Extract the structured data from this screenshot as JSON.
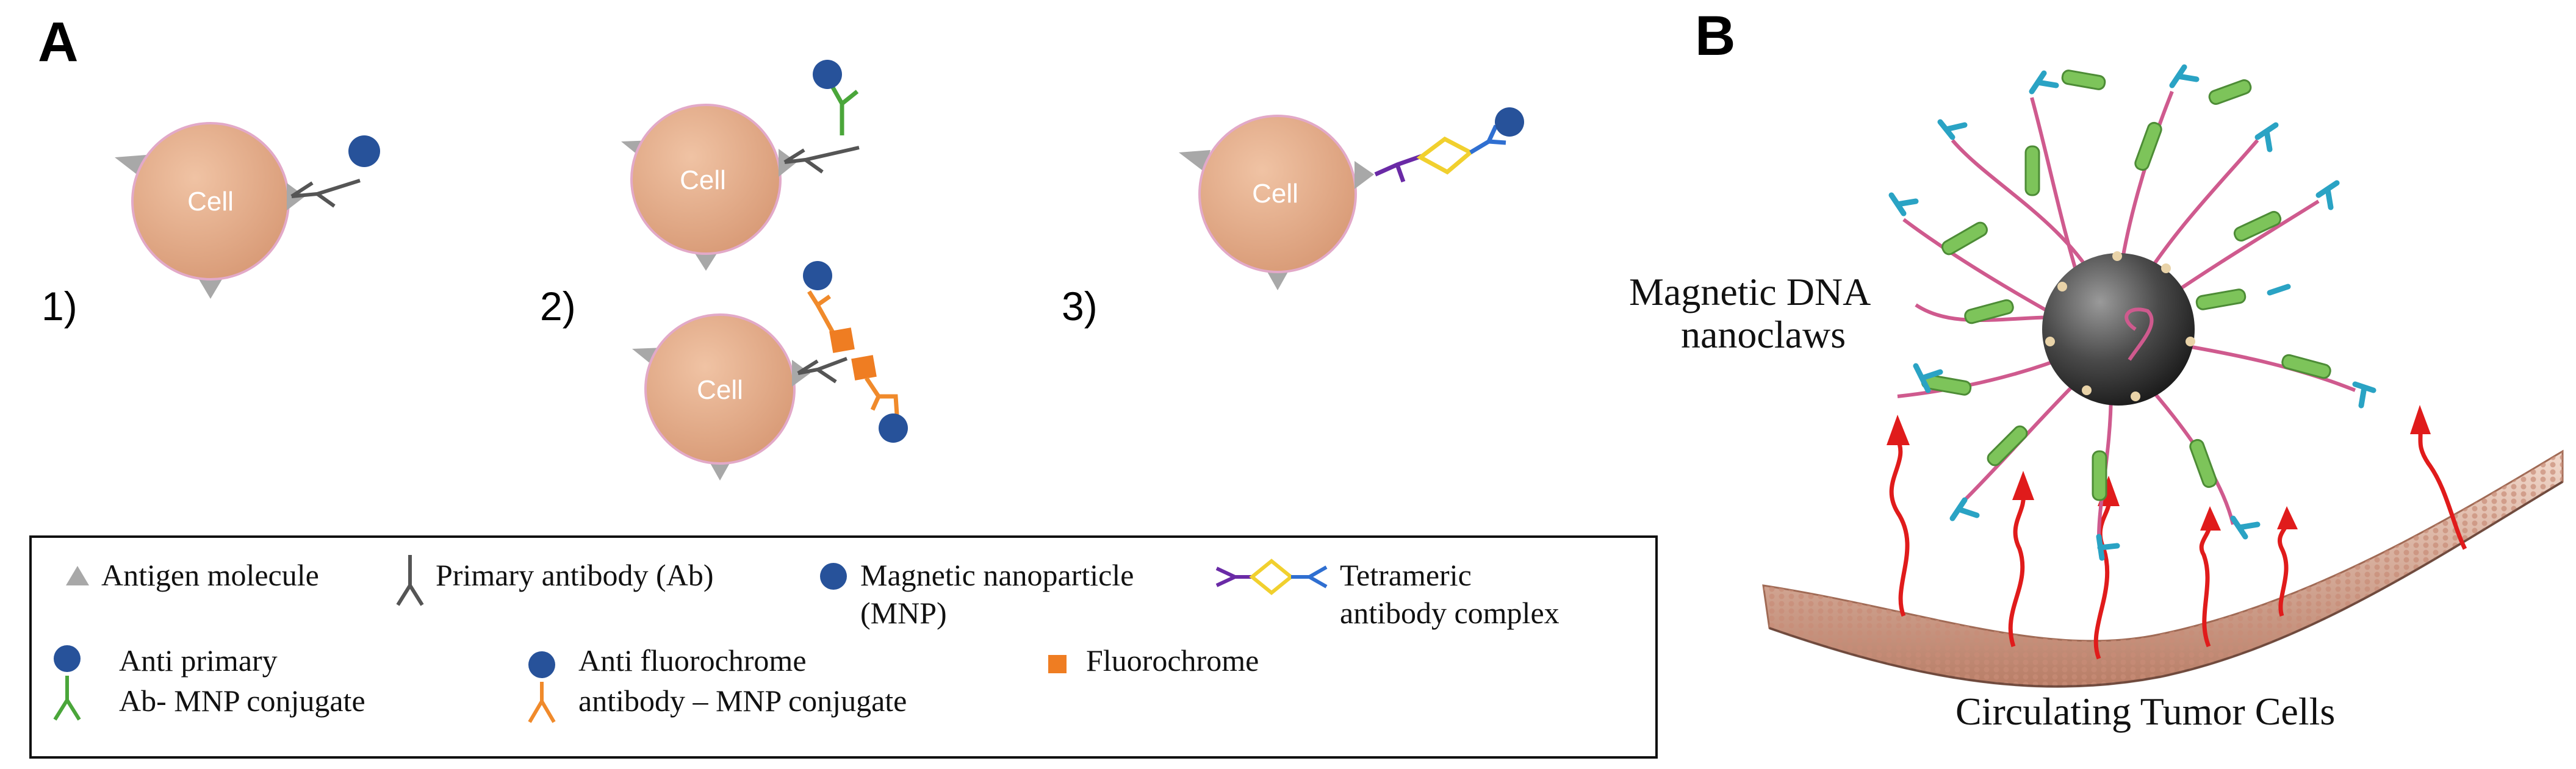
{
  "panel_a": {
    "letter": "A",
    "steps": [
      "1)",
      "2)",
      "3)"
    ],
    "cell_label": "Cell"
  },
  "legend": {
    "antigen": "Antigen molecule",
    "primary_ab": "Primary antibody (Ab)",
    "mnp_line1": "Magnetic nanoparticle",
    "mnp_line2": "(MNP)",
    "tetra_line1": "Tetrameric",
    "tetra_line2": "antibody complex",
    "anti_primary_line1": "Anti primary",
    "anti_primary_line2": "Ab- MNP conjugate",
    "anti_fluoro_line1": "Anti fluorochrome",
    "anti_fluoro_line2": "antibody – MNP conjugate",
    "fluorochrome": "Fluorochrome"
  },
  "panel_b": {
    "letter": "B",
    "nanoclaw_line1": "Magnetic DNA",
    "nanoclaw_line2": "nanoclaws",
    "bottom_caption": "Circulating Tumor Cells"
  },
  "colors": {
    "cell": "#e8b595",
    "cell_edge": "#e2a9c8",
    "antigen": "#a8a8a8",
    "mnp": "#27529a",
    "primary_ab": "#555555",
    "anti_primary": "#4aa63a",
    "anti_fluoro": "#f08a2b",
    "fluorochrome": "#ef7d22",
    "tetra_purple": "#6a2aa6",
    "tetra_yellow": "#f1d02e",
    "tetra_blue": "#2f6fd1",
    "sphere": "#4b4b4b",
    "strand": "#cf5a8e",
    "rod": "#7dc45a",
    "cyan": "#2aa3c4",
    "arrow": "#e01b1b",
    "sheet": "#d9a78e"
  }
}
